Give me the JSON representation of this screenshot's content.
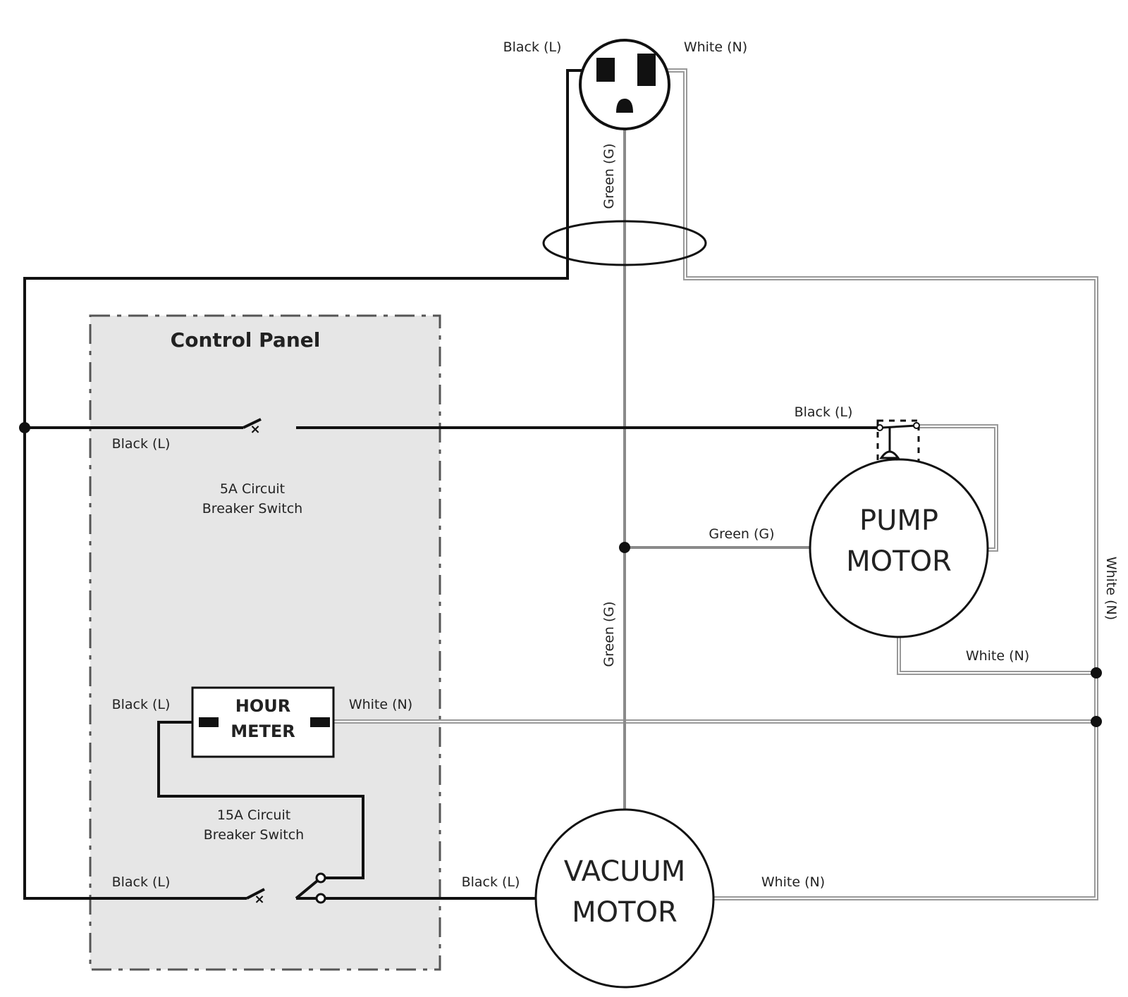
{
  "diagram": {
    "colors": {
      "line": "#111111",
      "neutral": "#999999",
      "ground": "#8a8a8a",
      "panel_fill": "#e6e6e6",
      "panel_border": "#555555"
    },
    "outlet": {
      "label_line": "Black (L)",
      "label_neutral": "White (N)",
      "label_ground": "Green (G)"
    },
    "control_panel": {
      "title": "Control Panel",
      "breaker_5a": {
        "line1": "5A Circuit",
        "line2": "Breaker Switch",
        "input_label": "Black (L)"
      },
      "hour_meter": {
        "line1": "HOUR",
        "line2": "METER",
        "left_label": "Black (L)",
        "right_label": "White (N)"
      },
      "breaker_15a": {
        "line1": "15A Circuit",
        "line2": "Breaker Switch",
        "input_label": "Black (L)"
      }
    },
    "pump_motor": {
      "line1": "PUMP",
      "line2": "MOTOR",
      "line_label": "Black (L)",
      "ground_label": "Green (G)",
      "neutral_label": "White (N)"
    },
    "vacuum_motor": {
      "line1": "VACUUM",
      "line2": "MOTOR",
      "line_label": "Black (L)",
      "neutral_label": "White (N)"
    },
    "ground_trunk_label": "Green (G)",
    "neutral_trunk_label": "White (N)"
  }
}
